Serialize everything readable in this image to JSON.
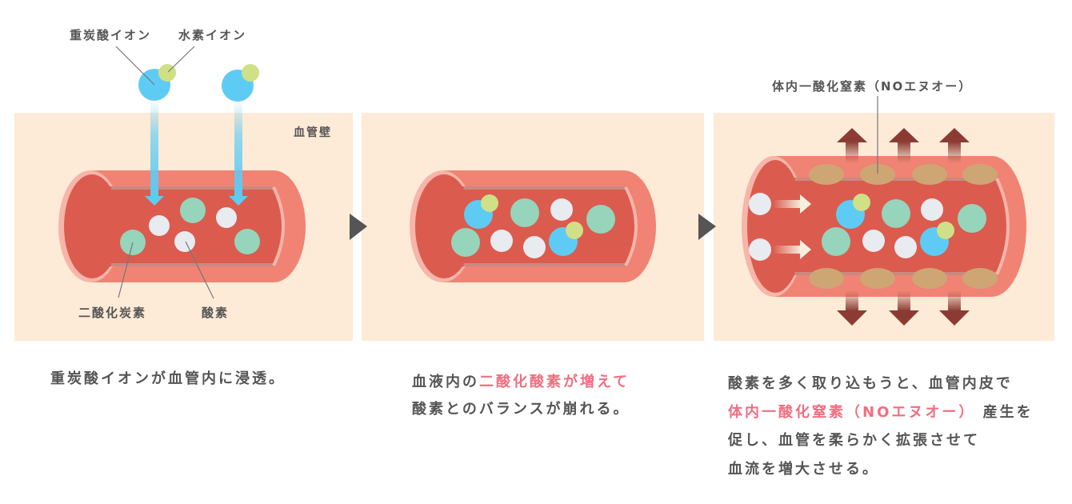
{
  "colors": {
    "panel_background": "#fdebd7",
    "vessel_outer": "#f08373",
    "vessel_rim": "#f8b5aa",
    "vessel_lumen": "#db5c4e",
    "vessel_lining": "#c98a80",
    "bicarbonate_ion": "#5ecbf4",
    "hydrogen_ion": "#cfe087",
    "carbon_dioxide": "#96d4bc",
    "oxygen": "#e8ebef",
    "nitric_oxide_cell": "#cda673",
    "expansion_arrow": "#8c3b34",
    "inflow_arrow": "#f4f1e0",
    "step_arrow": "#555555",
    "leader_line": "#777777",
    "text": "#555555",
    "highlight_text": "#f26e80"
  },
  "panels": [
    {
      "labels": {
        "bicarbonate_ion": "重炭酸イオン",
        "hydrogen_ion": "水素イオン",
        "vessel_wall": "血管壁",
        "carbon_dioxide": "二酸化炭素",
        "oxygen": "酸素"
      },
      "caption": [
        [
          {
            "text": "重炭酸イオンが血管内に浸透。",
            "highlight": false
          }
        ]
      ]
    },
    {
      "caption": [
        [
          {
            "text": "血液内の",
            "highlight": false
          },
          {
            "text": "二酸化酸素が増えて",
            "highlight": true
          }
        ],
        [
          {
            "text": "酸素とのバランスが崩れる。",
            "highlight": false
          }
        ]
      ]
    },
    {
      "labels": {
        "nitric_oxide": "体内一酸化窒素（NOエヌオー）"
      },
      "caption": [
        [
          {
            "text": "酸素を多く取り込もうと、血管内皮で",
            "highlight": false
          }
        ],
        [
          {
            "text": "体内一酸化窒素（NOエヌオー）",
            "highlight": true
          },
          {
            "text": " 産生を",
            "highlight": false
          }
        ],
        [
          {
            "text": "促し、血管を柔らかく拡張させて",
            "highlight": false
          }
        ],
        [
          {
            "text": "血流を増大させる。",
            "highlight": false
          }
        ]
      ]
    }
  ]
}
